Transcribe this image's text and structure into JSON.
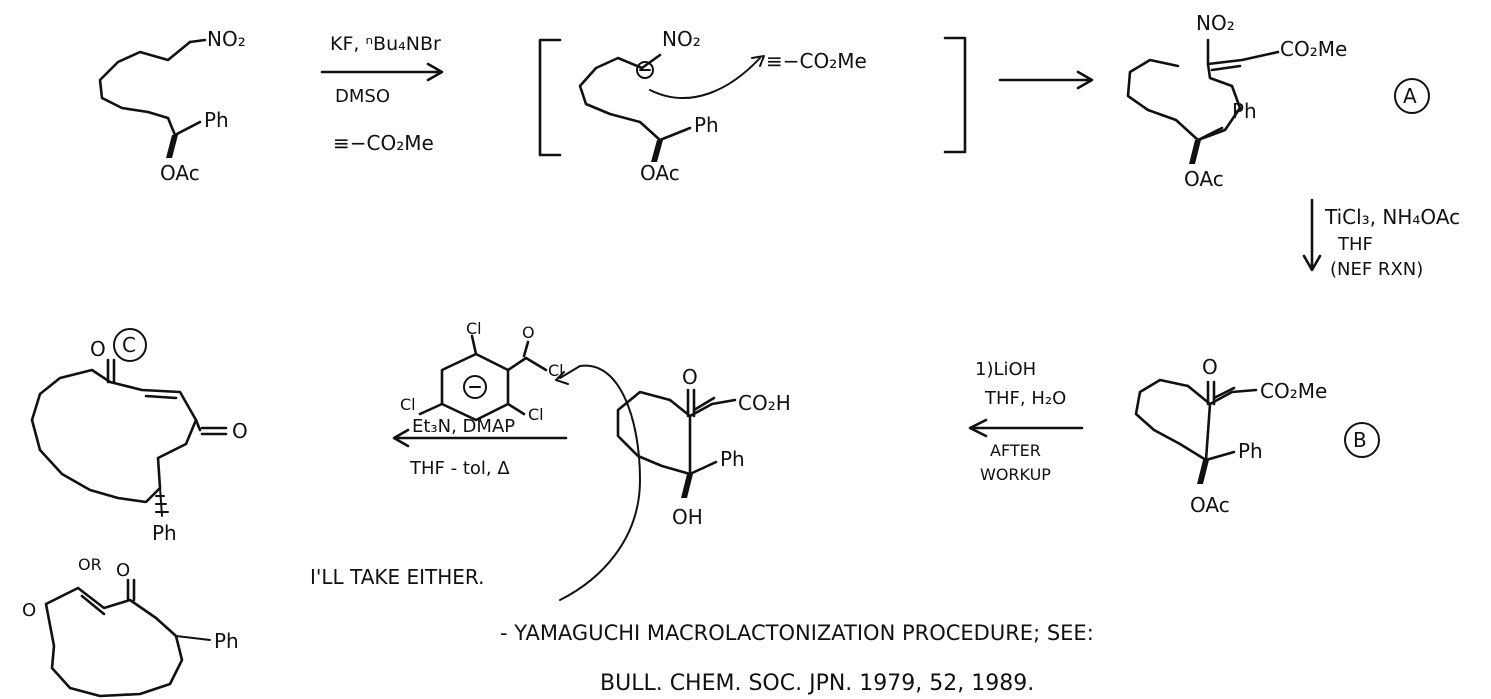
{
  "labels": {
    "start_no2": "NO₂",
    "start_ph": "Ph",
    "start_oac": "OAc",
    "reagents_top_1": "KF, ⁿBu₄NBr",
    "reagents_top_2": "DMSO",
    "reagents_top_3": "≡−CO₂Me",
    "int_no2": "NO₂",
    "int_alkyne": "≡−CO₂Me",
    "int_ph": "Ph",
    "int_oac": "OAc",
    "A_no2": "NO₂",
    "A_co2me": "CO₂Me",
    "A_ph": "Ph",
    "A_oac": "OAc",
    "A_label": "A",
    "nef_1": "TiCl₃, NH₄OAc",
    "nef_2": "THF",
    "nef_3": "(NEF RXN)",
    "B_o": "O",
    "B_co2me": "CO₂Me",
    "B_ph": "Ph",
    "B_oac": "OAc",
    "B_label": "B",
    "lioh_1": "1)LiOH",
    "lioh_2": "THF, H₂O",
    "lioh_3": "AFTER",
    "lioh_4": "WORKUP",
    "acid_o": "O",
    "acid_co2h": "CO₂H",
    "acid_ph": "Ph",
    "acid_oh": "OH",
    "yam_cl_top": "Cl",
    "yam_o": "O",
    "yam_cl_acyl": "Cl",
    "yam_cl_left": "Cl",
    "yam_cl_right": "Cl",
    "yam_cond_1": "Et₃N, DMAP",
    "yam_cond_2": "THF - tol, Δ",
    "C_o": "O",
    "C_label": "C",
    "C_o_ester": "O",
    "C_ph": "Ph",
    "or_text": "OR",
    "alt_o_top": "O",
    "alt_o_left": "O",
    "alt_ph": "Ph",
    "take_either": "I'LL TAKE EITHER.",
    "yamaguchi_note": "- YAMAGUCHI MACROLACTONIZATION PROCEDURE; SEE:",
    "reference": "BULL. CHEM. SOC. JPN. 1979, 52, 1989."
  }
}
